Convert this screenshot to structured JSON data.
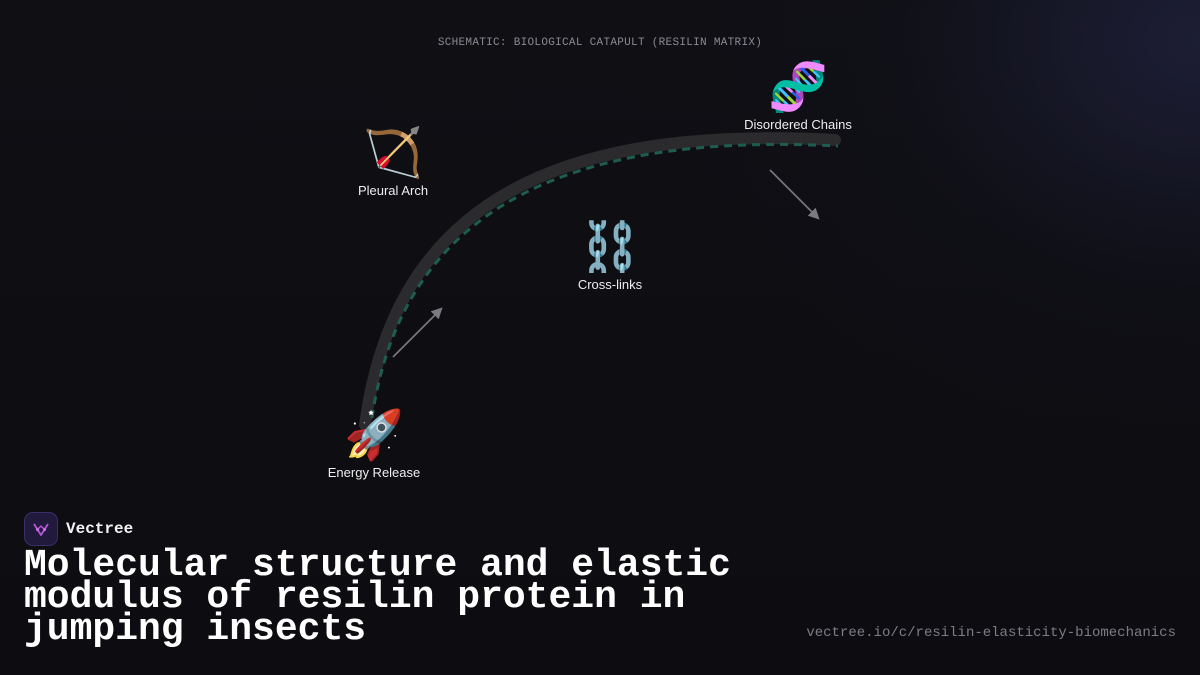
{
  "diagram": {
    "schematic_label": "SCHEMATIC: BIOLOGICAL CATAPULT (RESILIN MATRIX)",
    "nodes": {
      "pleural_arch": {
        "icon": "bow-and-arrow-icon",
        "glyph": "🏹",
        "label": "Pleural Arch"
      },
      "disordered_chains": {
        "icon": "dna-icon",
        "glyph": "🧬",
        "label": "Disordered Chains"
      },
      "cross_links": {
        "icon": "chain-links-icon",
        "glyph": "⛓️",
        "label": "Cross-links"
      },
      "energy_release": {
        "icon": "rocket-icon",
        "glyph": "🚀",
        "label": "Energy Release"
      }
    },
    "colors": {
      "arc": "#2b2b2e",
      "dashed_path": "#1f5c50",
      "arrow": "#7a7a80"
    }
  },
  "brand": {
    "name": "Vectree",
    "logo_color": "#b455d8"
  },
  "headline": "Molecular structure and elastic modulus of resilin protein in jumping insects",
  "source_url": "vectree.io/c/resilin-elasticity-biomechanics"
}
